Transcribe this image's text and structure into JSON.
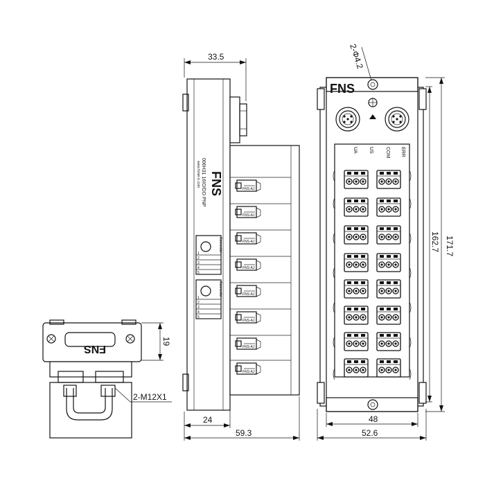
{
  "brand": {
    "logo_text": "FNS",
    "model": "006H31 16IO/DO PNP",
    "website": "www.fsnet-ic.com"
  },
  "indicators": {
    "ua": "UA",
    "us": "US",
    "com": "COM",
    "err": "ERR"
  },
  "side_labels": {
    "connector_1": "Connector",
    "connector_2": "Connector",
    "module_label": "FNS-AJ"
  },
  "pin_table_1": [
    "1",
    "2",
    "3",
    "4",
    "5"
  ],
  "pin_table_2": [
    "1",
    "2",
    "3",
    "4",
    "5"
  ],
  "dimensions": {
    "front_mount_hole": "2-Φ4.2",
    "front_width_inner": "48",
    "front_width_outer": "52.6",
    "front_height_inner": "162.7",
    "front_height_outer": "171.7",
    "side_top_depth": "33.5",
    "side_base_depth": "24",
    "side_total_depth": "59.3",
    "bottom_height": "19",
    "bottom_thread": "2-M12X1"
  }
}
